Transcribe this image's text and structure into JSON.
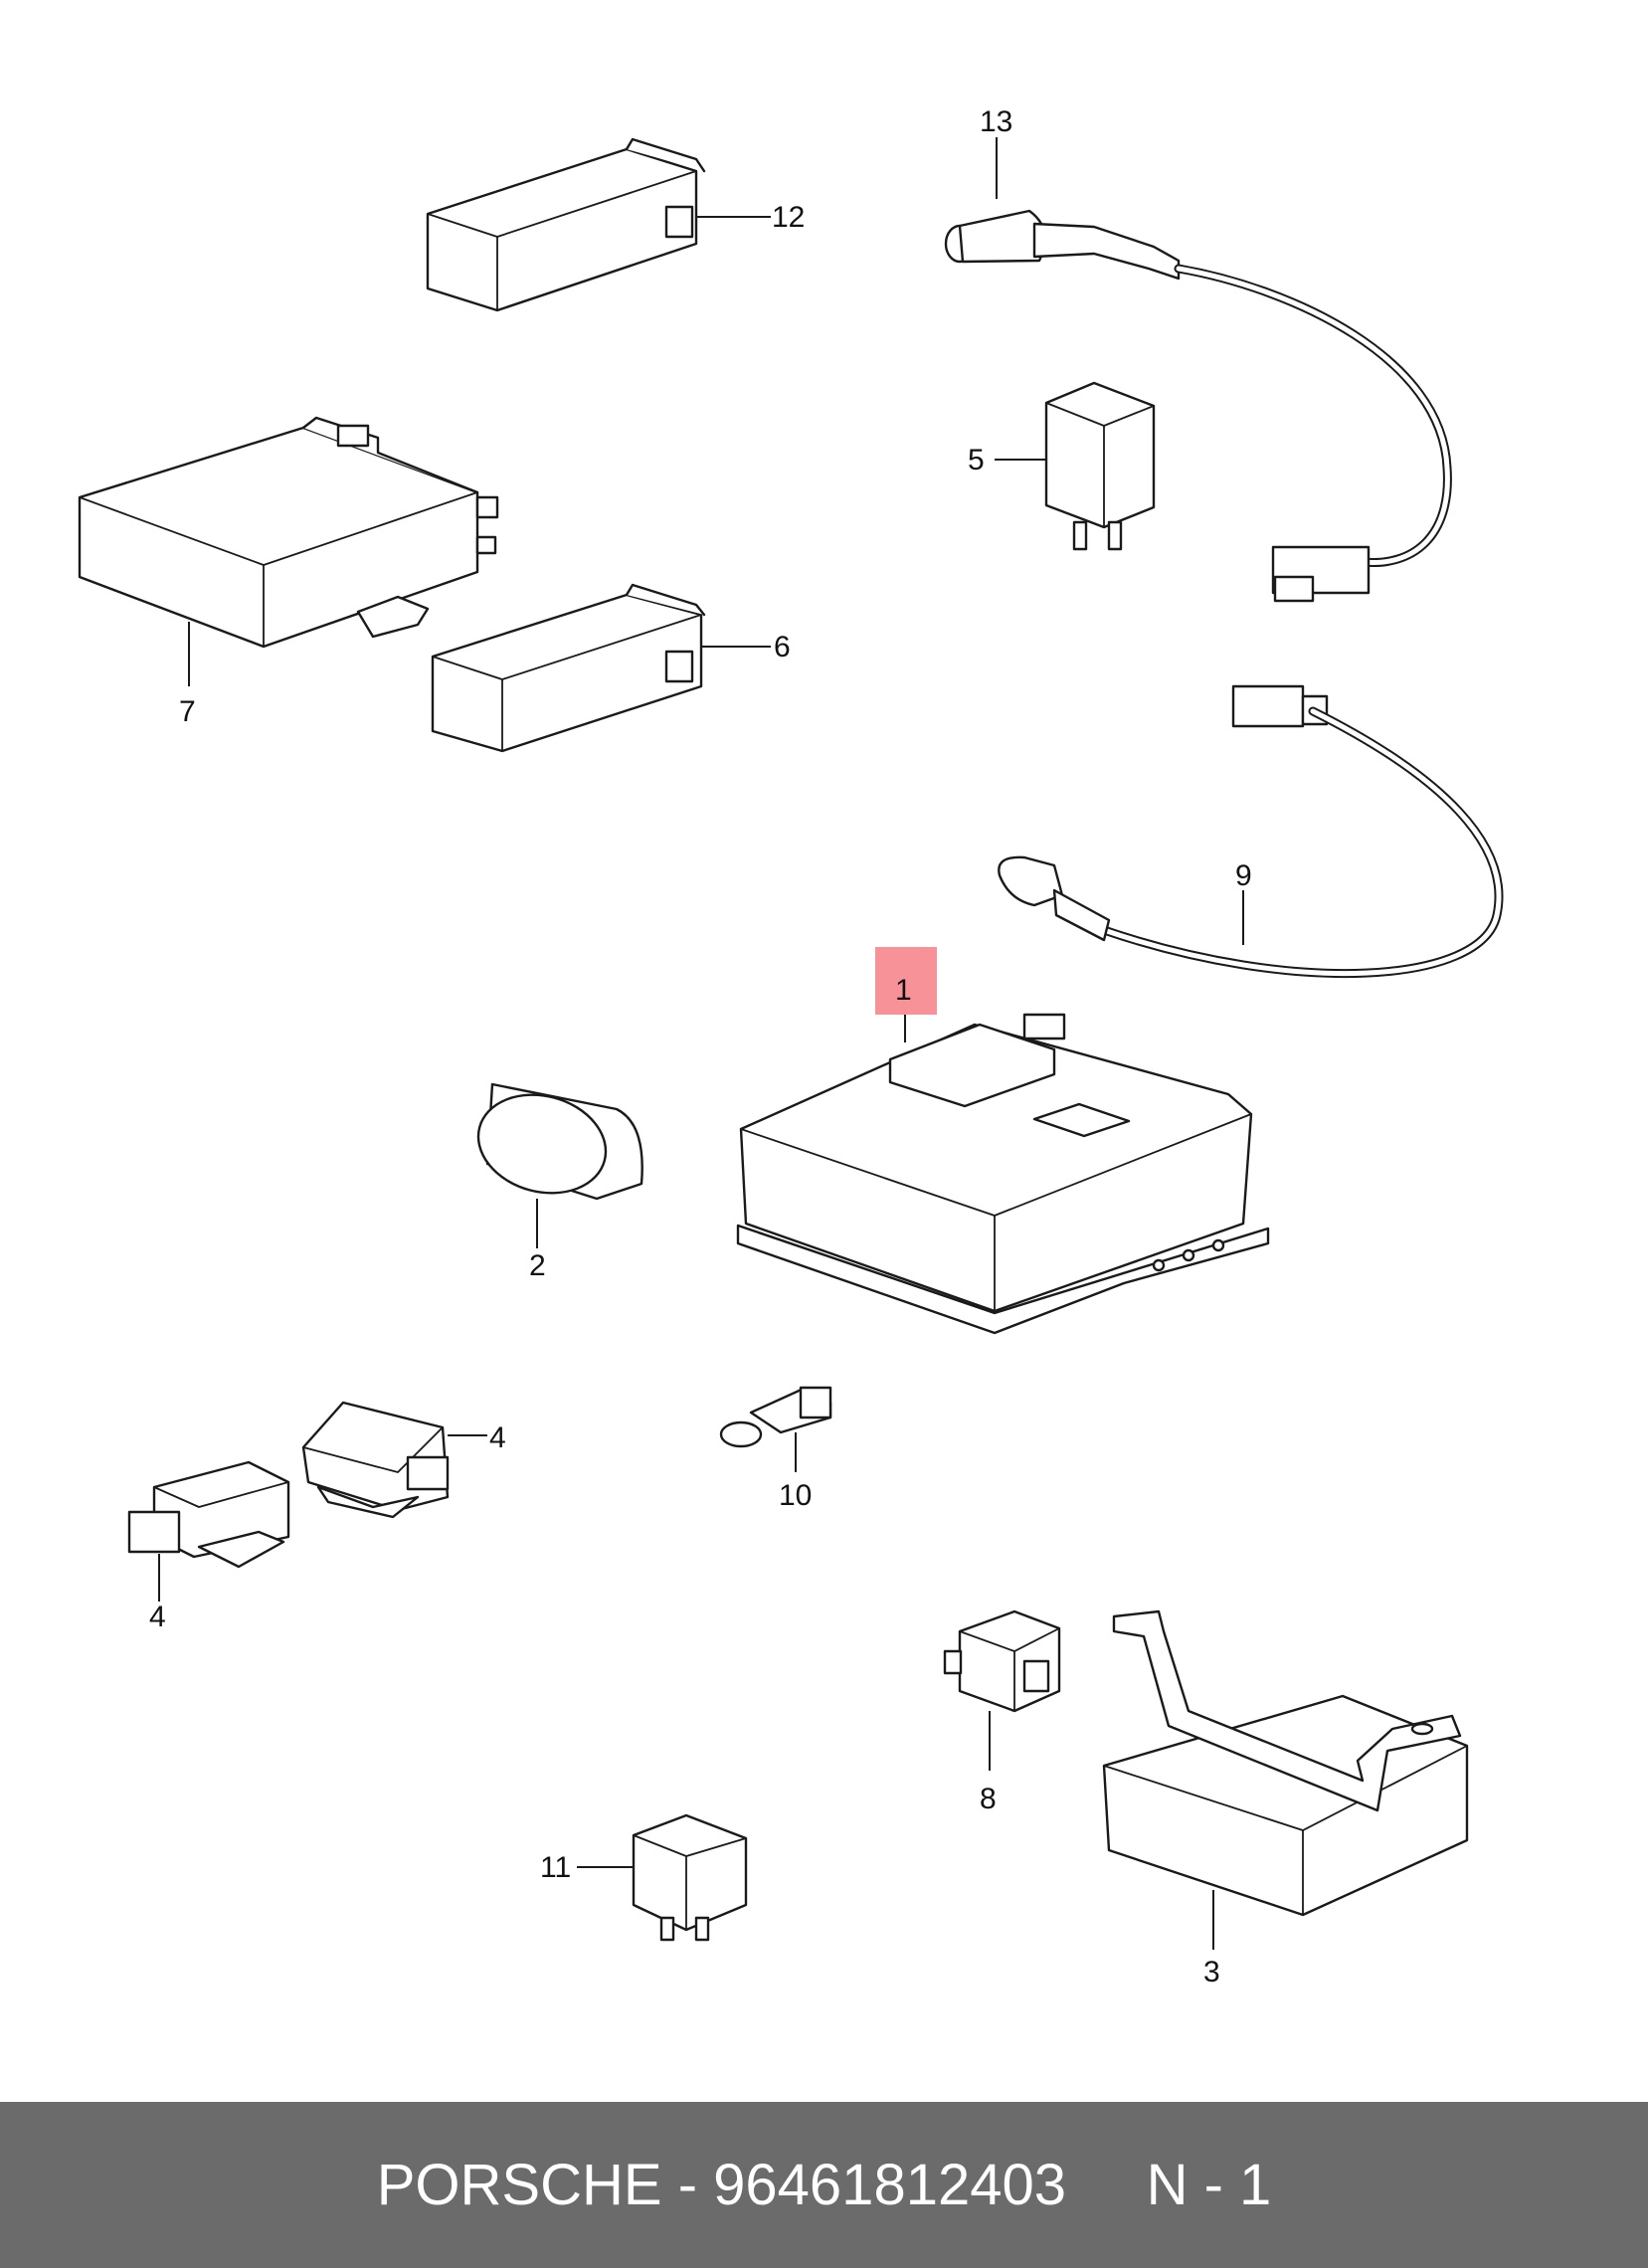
{
  "callouts": {
    "c1": "1",
    "c2": "2",
    "c3": "3",
    "c4a": "4",
    "c4b": "4",
    "c5": "5",
    "c6": "6",
    "c7": "7",
    "c8": "8",
    "c9": "9",
    "c10": "10",
    "c11": "11",
    "c12": "12",
    "c13": "13"
  },
  "highlight_color": "#f57f86",
  "footer": {
    "brand": "PORSCHE",
    "separator": "-",
    "part_number": "96461812403",
    "position": "N - 1",
    "background": "#6b6b6b"
  }
}
